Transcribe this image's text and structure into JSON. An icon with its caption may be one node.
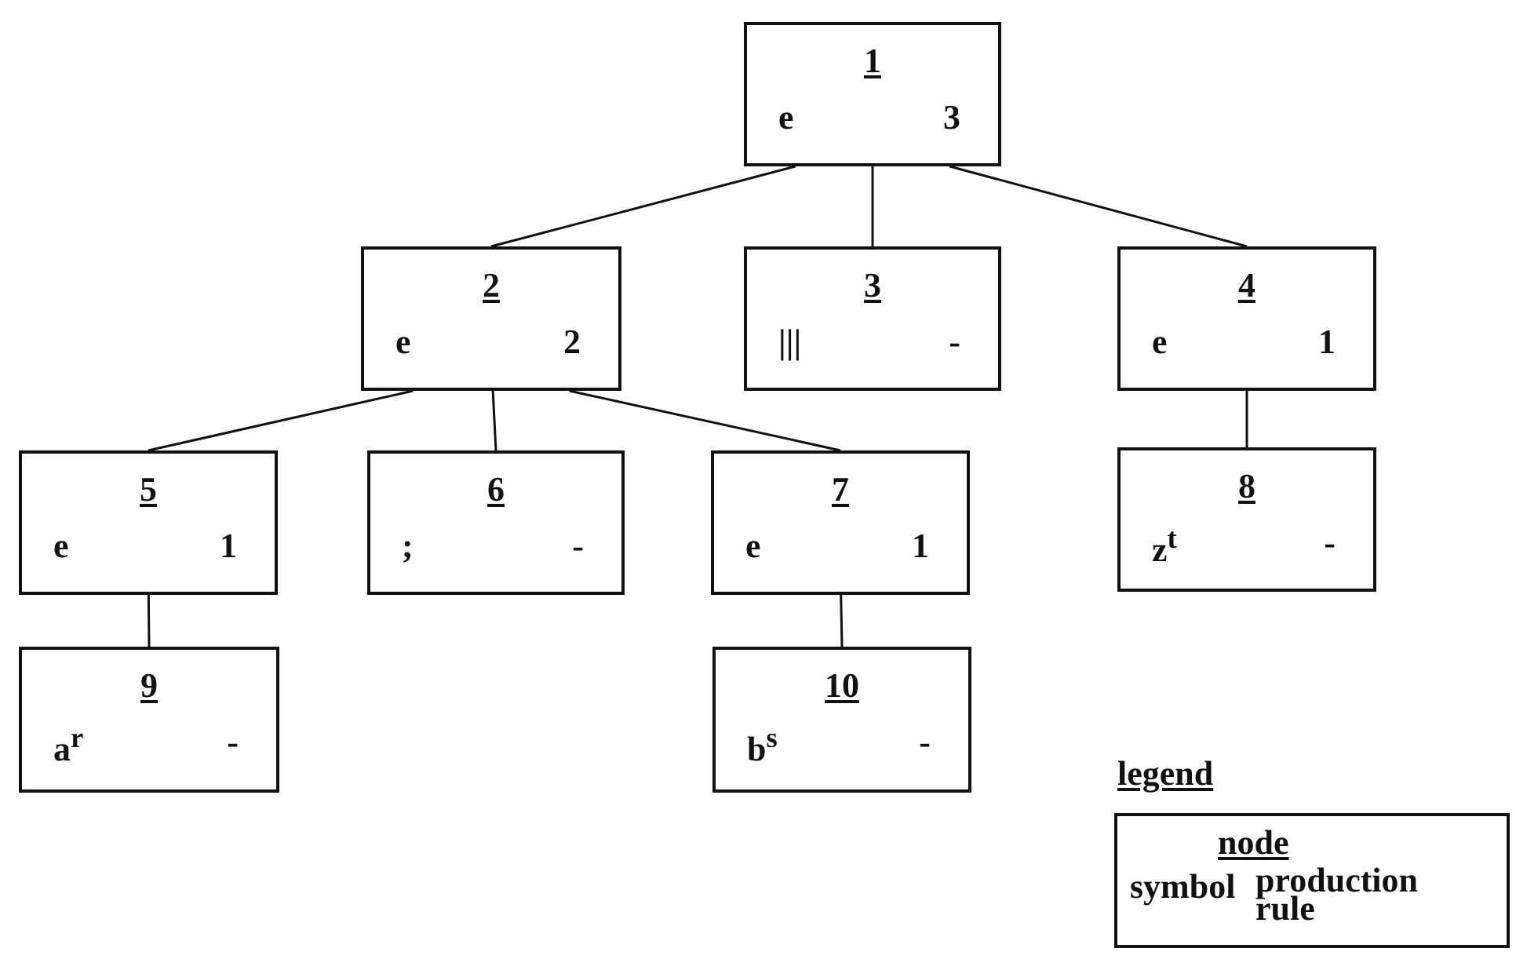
{
  "diagram": {
    "nodes": [
      {
        "text": [
          "1",
          "e",
          "3"
        ]
      },
      {
        "text": [
          "2",
          "e",
          "2"
        ]
      },
      {
        "text": [
          "3",
          "|||",
          "-"
        ]
      },
      {
        "text": [
          "4",
          "e",
          "1"
        ]
      },
      {
        "text": [
          "5",
          "e",
          "1"
        ]
      },
      {
        "text": [
          "6",
          ";",
          "-"
        ]
      },
      {
        "text": [
          "7",
          "e",
          "1"
        ]
      },
      {
        "text": [
          "8",
          "z$^{t}$",
          "-"
        ]
      },
      {
        "text": [
          "9",
          "a$^{r}$",
          "-"
        ]
      },
      {
        "text": [
          "10",
          "b$^{s}$",
          "-"
        ]
      },
      {
        "text": [
          "legend",
          "node",
          "symbol",
          "production rule"
        ]
      }
    ],
    "edges": [
      {
        "from": 0,
        "to": 1,
        "arrow": "none"
      },
      {
        "from": 0,
        "to": 2,
        "arrow": "none"
      },
      {
        "from": 0,
        "to": 3,
        "arrow": "none"
      },
      {
        "from": 1,
        "to": 4,
        "arrow": "none"
      },
      {
        "from": 1,
        "to": 5,
        "arrow": "none"
      },
      {
        "from": 1,
        "to": 6,
        "arrow": "none"
      },
      {
        "from": 3,
        "to": 7,
        "arrow": "none"
      },
      {
        "from": 4,
        "to": 8,
        "arrow": "none"
      },
      {
        "from": 6,
        "to": 9,
        "arrow": "none"
      }
    ]
  }
}
